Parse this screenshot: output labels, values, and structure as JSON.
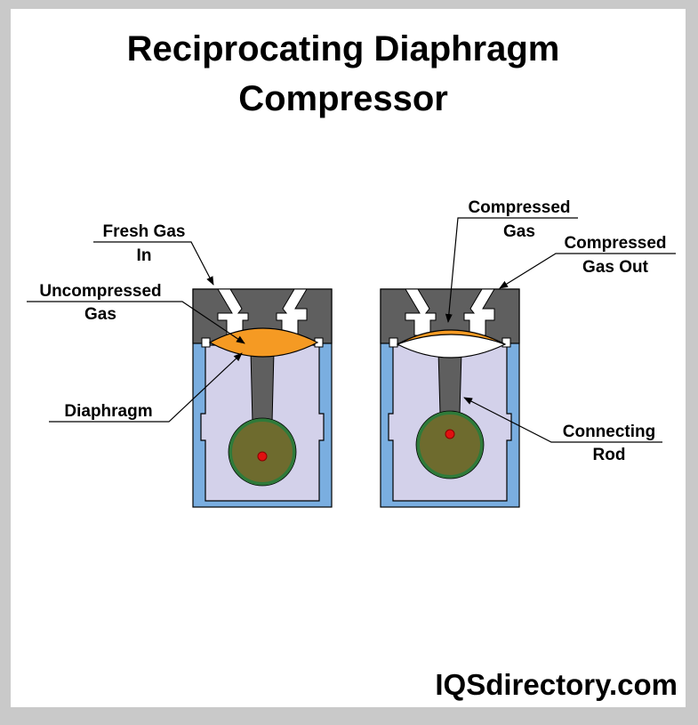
{
  "title": {
    "line1": "Reciprocating Diaphragm",
    "line2": "Compressor"
  },
  "labels": {
    "fresh_gas_in": {
      "line1": "Fresh Gas",
      "line2": "In"
    },
    "uncompressed_gas": {
      "line1": "Uncompressed",
      "line2": "Gas"
    },
    "diaphragm": {
      "line1": "Diaphragm"
    },
    "compressed_gas": {
      "line1": "Compressed",
      "line2": "Gas"
    },
    "compressed_gas_out": {
      "line1": "Compressed",
      "line2": "Gas Out"
    },
    "connecting_rod": {
      "line1": "Connecting",
      "line2": "Rod"
    }
  },
  "brand": "IQSdirectory.com",
  "colors": {
    "head": "#5f5f5f",
    "body": "#7aaee0",
    "chamber": "#d3d1ea",
    "gas": "#f59a23",
    "crank_ring": "#2f7a3a",
    "crank": "#6e6b2e",
    "pin": "#e01010"
  }
}
